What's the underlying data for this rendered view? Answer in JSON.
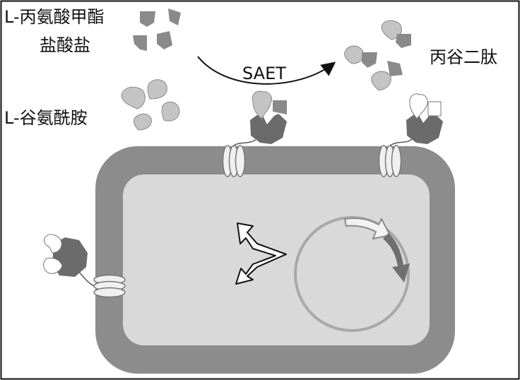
{
  "labels": {
    "substrate_ester_line1": "L-丙氨酸甲酯",
    "substrate_ester_line2": "盐酸盐",
    "substrate_amine": "L-谷氨酰胺",
    "product": "丙谷二肽",
    "enzyme": "SAET"
  },
  "colors": {
    "frame": "#111111",
    "cell_wall": "#8c8c8c",
    "cytoplasm": "#d9d9d9",
    "enzyme": "#6b6b6b",
    "molecule_light": "#c4c4c4",
    "molecule_dark": "#8a8a8a",
    "anchor": "#f0f0f0",
    "plasmid_ring": "#a8a8a8",
    "gene_arrow_dark": "#6f6f6f",
    "gene_arrow_light": "#f2f2f2"
  }
}
